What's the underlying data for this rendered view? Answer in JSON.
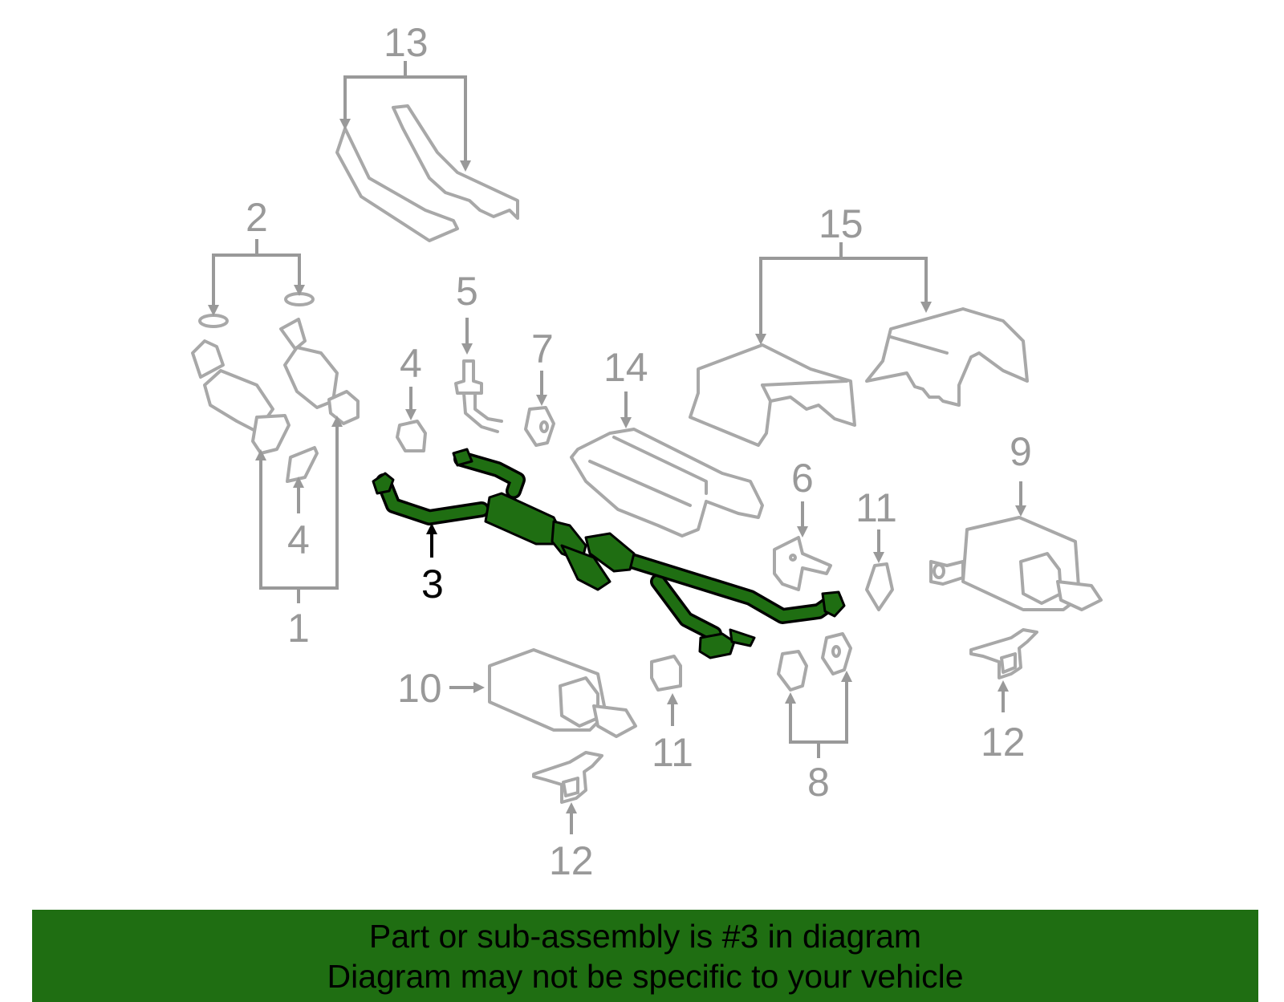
{
  "callouts": {
    "c1": "1",
    "c2": "2",
    "c3": "3",
    "c4a": "4",
    "c4b": "4",
    "c5": "5",
    "c6": "6",
    "c7": "7",
    "c8": "8",
    "c9": "9",
    "c10": "10",
    "c11a": "11",
    "c11b": "11",
    "c12a": "12",
    "c12b": "12",
    "c13": "13",
    "c14": "14",
    "c15": "15"
  },
  "highlight_part": "3",
  "colors": {
    "highlight": "#1f6e12",
    "callout_gray": "#999999",
    "part_outline": "#a8a8a8"
  },
  "banner": {
    "line1": "Part or sub-assembly is #3 in diagram",
    "line2": "Diagram may not be specific to your vehicle"
  }
}
